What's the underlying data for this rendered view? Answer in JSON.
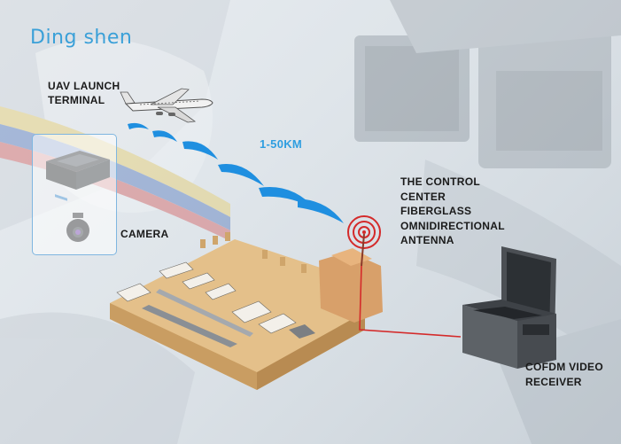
{
  "brand": {
    "logo_text": "Ding shen",
    "color": "#3aa0d8"
  },
  "labels": {
    "uav_launch_terminal": [
      "UAV LAUNCH",
      "TERMINAL"
    ],
    "range": "1-50KM",
    "camera": "CAMERA",
    "control_center": [
      "THE CONTROL",
      "CENTER",
      "FIBERGLASS",
      "OMNIDIRECTIONAL",
      "ANTENNA"
    ],
    "receiver": [
      "COFDM VIDEO",
      "RECEIVER"
    ]
  },
  "colors": {
    "signal_wave": "#1f8fe0",
    "antenna_ring": "#d42a2a",
    "link_line": "#d42a2a",
    "terrain": "#e4c08a"
  },
  "icons": [
    "airplane-icon",
    "terminal-device-icon",
    "camera-icon",
    "antenna-icon",
    "receiver-case-icon"
  ]
}
